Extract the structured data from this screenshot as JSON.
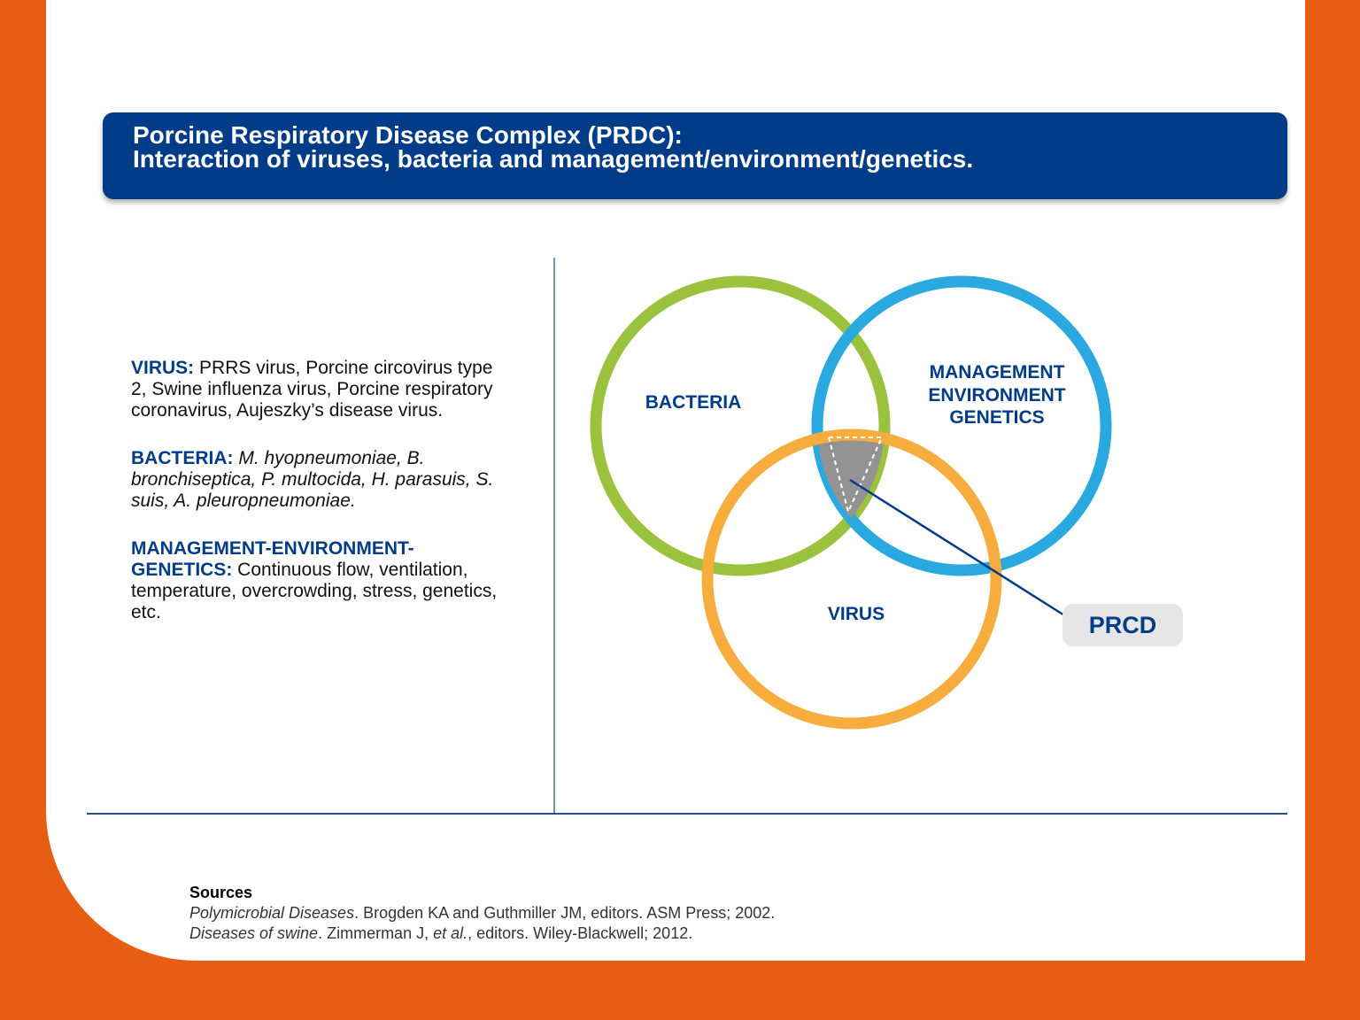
{
  "title": {
    "line1": "Porcine Respiratory Disease Complex (PRDC):",
    "line2": "Interaction of viruses, bacteria and management/environment/genetics."
  },
  "info": {
    "virus": {
      "label": "VIRUS:",
      "text": " PRRS virus, Porcine circovirus type 2, Swine influenza virus, Porcine respiratory coronavirus, Aujeszky’s disease virus."
    },
    "bacteria": {
      "label": "BACTERIA:",
      "text": " M. hyopneumoniae, B. bronchiseptica, P. multocida, H. parasuis, S. suis, A. pleuropneumoniae."
    },
    "management": {
      "label": "MANAGEMENT-ENVIRONMENT-GENETICS:",
      "text": " Continuous flow, ventilation, temperature, overcrowding, stress, genetics, etc."
    }
  },
  "diagram": {
    "bacteria_label": "BACTERIA",
    "management_lines": [
      "MANAGEMENT",
      "ENVIRONMENT",
      "GENETICS"
    ],
    "virus_label": "VIRUS",
    "result_label": "PRCD"
  },
  "sources": {
    "heading": "Sources",
    "ref1_title": "Polymicrobial Diseases",
    "ref1_rest": ". Brogden KA and Guthmiller JM, editors. ASM Press; 2002.",
    "ref2_title": "Diseases of swine",
    "ref2_mid": ". Zimmerman J, ",
    "ref2_etal": "et al.",
    "ref2_rest": ", editors. Wiley-Blackwell; 2012."
  },
  "colors": {
    "navy": "#003c87",
    "orange_frame": "#e85d14",
    "bacteria_circle": "#9bc23c",
    "management_circle": "#2aa9e0",
    "virus_circle": "#f7ac3e",
    "overlap": "#939393"
  }
}
